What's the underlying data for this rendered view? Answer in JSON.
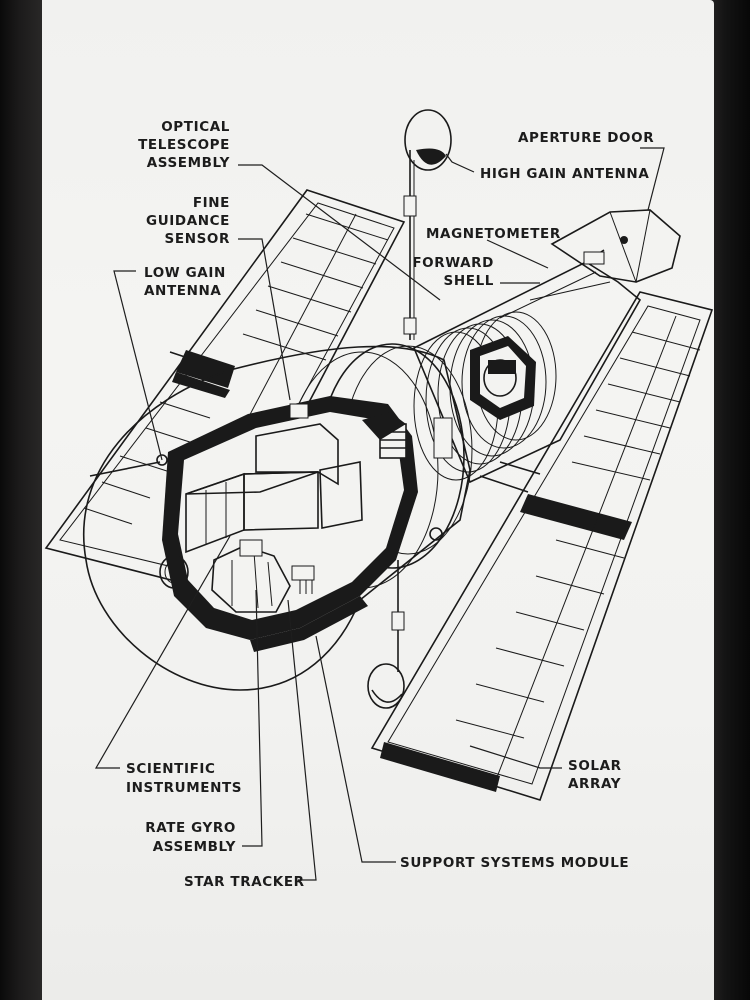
{
  "labels": {
    "optical_telescope": [
      "OPTICAL",
      "TELESCOPE",
      "ASSEMBLY"
    ],
    "aperture_door": "APERTURE DOOR",
    "high_gain_antenna": "HIGH GAIN ANTENNA",
    "fine_guidance": [
      "FINE",
      "GUIDANCE",
      "SENSOR"
    ],
    "magnetometer": "MAGNETOMETER",
    "forward_shell": [
      "FORWARD",
      "SHELL"
    ],
    "low_gain_antenna": [
      "LOW GAIN",
      "ANTENNA"
    ],
    "scientific_instruments": [
      "SCIENTIFIC",
      "INSTRUMENTS"
    ],
    "solar_array": [
      "SOLAR",
      "ARRAY"
    ],
    "rate_gyro": [
      "RATE GYRO",
      "ASSEMBLY"
    ],
    "support_systems": "SUPPORT SYSTEMS MODULE",
    "star_tracker": "STAR TRACKER"
  }
}
